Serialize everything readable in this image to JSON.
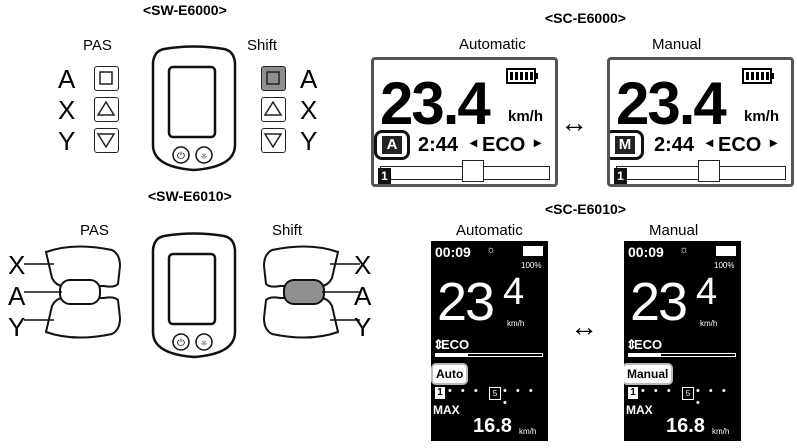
{
  "sw_e6000": {
    "header": "<SW-E6000>",
    "pas_label": "PAS",
    "shift_label": "Shift",
    "letters": [
      "A",
      "X",
      "Y"
    ]
  },
  "sw_e6010": {
    "header": "<SW-E6010>",
    "pas_label": "PAS",
    "shift_label": "Shift",
    "letters": [
      "X",
      "A",
      "Y"
    ]
  },
  "sc_e6000": {
    "header": "<SC-E6000>",
    "automatic": {
      "title": "Automatic",
      "speed": "23.4",
      "unit": "km/h",
      "mode_letter": "A",
      "time": "2:44",
      "assist": "ECO",
      "gear": "1"
    },
    "manual": {
      "title": "Manual",
      "speed": "23.4",
      "unit": "km/h",
      "mode_letter": "M",
      "time": "2:44",
      "assist": "ECO",
      "gear": "1"
    }
  },
  "sc_e6010": {
    "header": "<SC-E6010>",
    "automatic": {
      "title": "Automatic",
      "clock": "00:09",
      "battery_pct": "100%",
      "speed_int": "23",
      "speed_dec": "4",
      "unit": "km/h",
      "assist": "ECO",
      "mode_badge": "Auto",
      "gear": "1",
      "gear_mark": "5",
      "max_label": "MAX",
      "max_value": "16.8",
      "max_unit": "km/h"
    },
    "manual": {
      "title": "Manual",
      "clock": "00:09",
      "battery_pct": "100%",
      "speed_int": "23",
      "speed_dec": "4",
      "unit": "km/h",
      "assist": "ECO",
      "mode_badge": "Manual",
      "gear": "1",
      "gear_mark": "5",
      "max_label": "MAX",
      "max_value": "16.8",
      "max_unit": "km/h"
    }
  },
  "arrow_glyph": "↔"
}
